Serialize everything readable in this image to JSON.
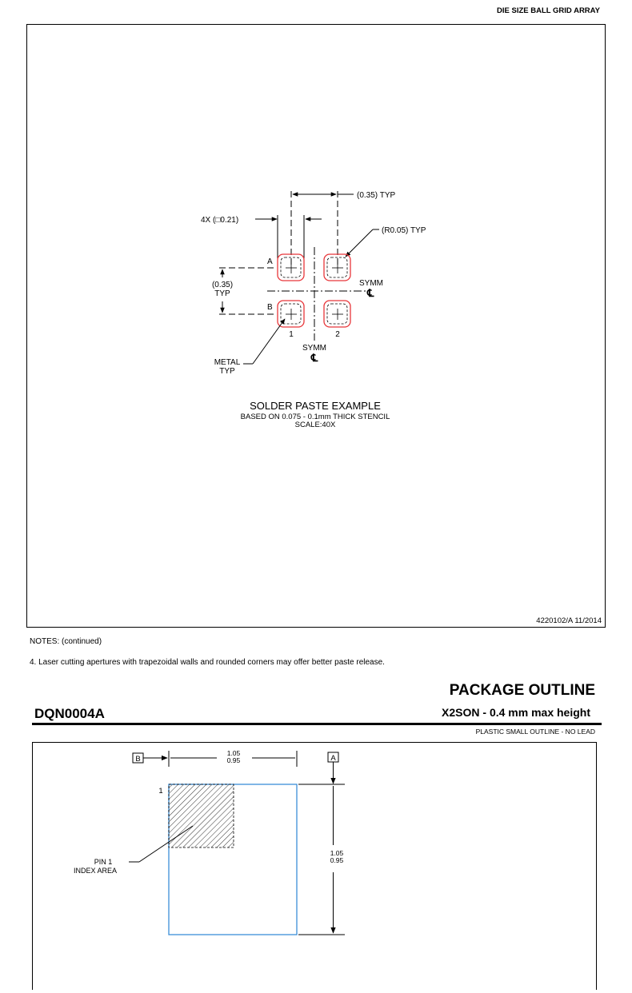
{
  "top_header": {
    "subtitle": "DIE SIZE BALL GRID ARRAY"
  },
  "solder_paste_drawing": {
    "pitch_dimension": "(0.35) TYP",
    "pad_size_dimension": "4X (□0.21)",
    "corner_radius": "(R0.05) TYP",
    "row_pitch_value": "(0.35)",
    "row_pitch_typ": "TYP",
    "row_a": "A",
    "row_b": "B",
    "col_1": "1",
    "col_2": "2",
    "symm_label": "SYMM",
    "centerline_glyph": "℄",
    "metal_label": "METAL",
    "metal_typ": "TYP",
    "title": "SOLDER PASTE EXAMPLE",
    "subtitle": "BASED ON 0.075 - 0.1mm THICK STENCIL",
    "scale": "SCALE:40X",
    "drawing_number": "4220102/A   11/2014",
    "pad_outline_color": "#e8363a"
  },
  "notes": {
    "heading": "NOTES: (continued)",
    "items": [
      "4. Laser cutting apertures with trapezoidal walls and rounded corners may offer better paste release."
    ]
  },
  "package_header": {
    "title": "PACKAGE OUTLINE",
    "part_number": "DQN0004A",
    "package_name": "X2SON - 0.4 mm max height",
    "package_desc": "PLASTIC SMALL OUTLINE - NO LEAD"
  },
  "package_drawing": {
    "datum_b": "B",
    "datum_a": "A",
    "width_max": "1.05",
    "width_min": "0.95",
    "height_max": "1.05",
    "height_min": "0.95",
    "pin1_number": "1",
    "pin1_label_line1": "PIN 1",
    "pin1_label_line2": "INDEX AREA",
    "body_outline_color": "#3b8fd9"
  }
}
